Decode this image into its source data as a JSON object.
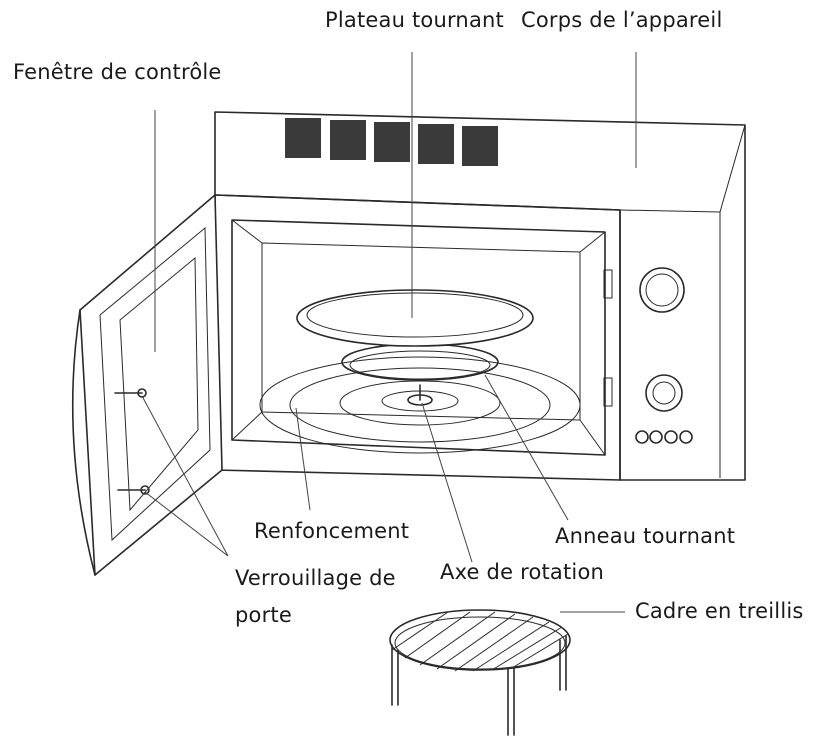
{
  "labels": {
    "plateau": "Plateau tournant",
    "corps": "Corps de l’appareil",
    "fenetre": "Fenêtre de contrôle",
    "renfoncement": "Renfoncement",
    "anneau": "Anneau tournant",
    "axe": "Axe de rotation",
    "verrou_line1": "Verrouillage de",
    "verrou_line2": "porte",
    "cadre": "Cadre en treillis"
  }
}
